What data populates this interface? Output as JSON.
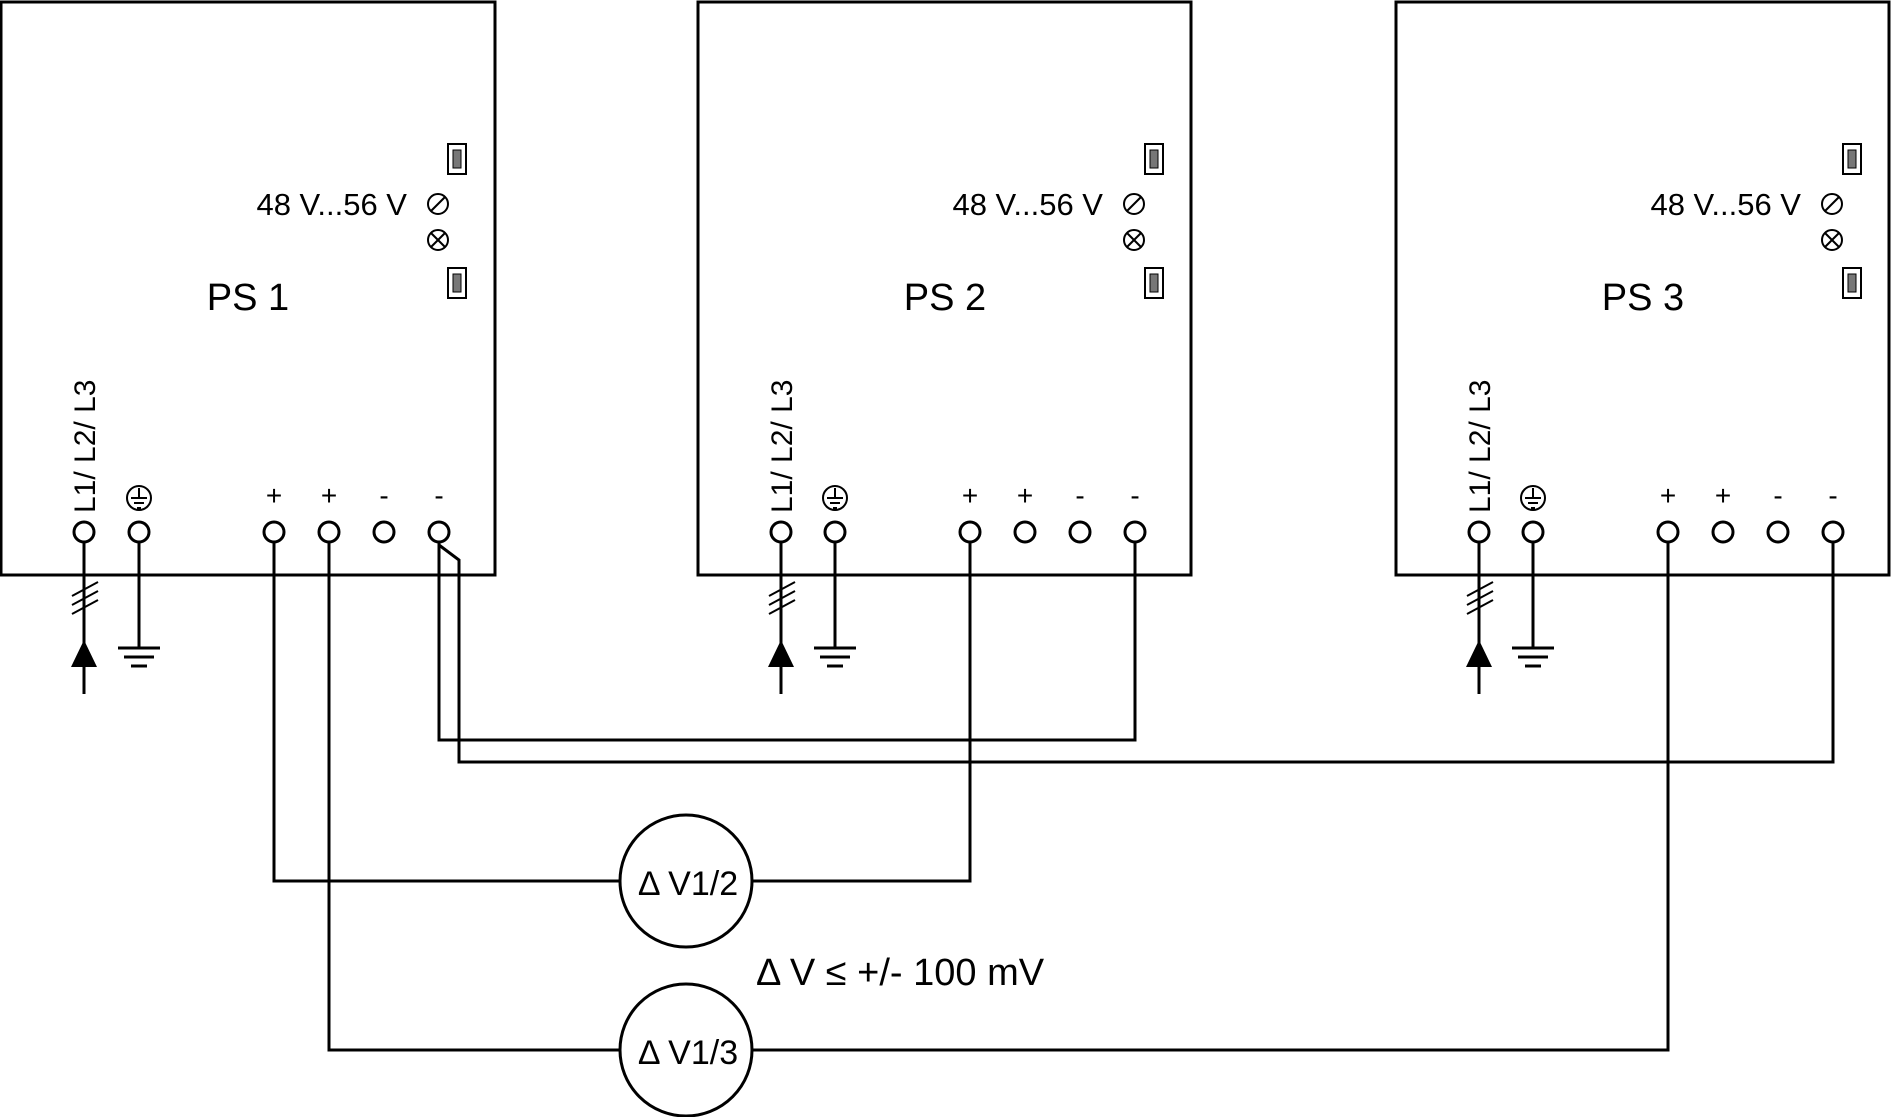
{
  "supplies": [
    {
      "label": "PS 1",
      "voltage_label": "48 V...56 V",
      "input_label": "L1/ L2/ L3",
      "output_terminals": [
        "+",
        "+",
        "-",
        "-"
      ]
    },
    {
      "label": "PS 2",
      "voltage_label": "48 V...56 V",
      "input_label": "L1/ L2/ L3",
      "output_terminals": [
        "+",
        "+",
        "-",
        "-"
      ]
    },
    {
      "label": "PS 3",
      "voltage_label": "48 V...56 V",
      "input_label": "L1/ L2/ L3",
      "output_terminals": [
        "+",
        "+",
        "-",
        "-"
      ]
    }
  ],
  "meters": [
    {
      "label": "Δ V1/2"
    },
    {
      "label": "Δ V1/3"
    }
  ],
  "tolerance": "Δ V ≤ +/- 100 mV"
}
